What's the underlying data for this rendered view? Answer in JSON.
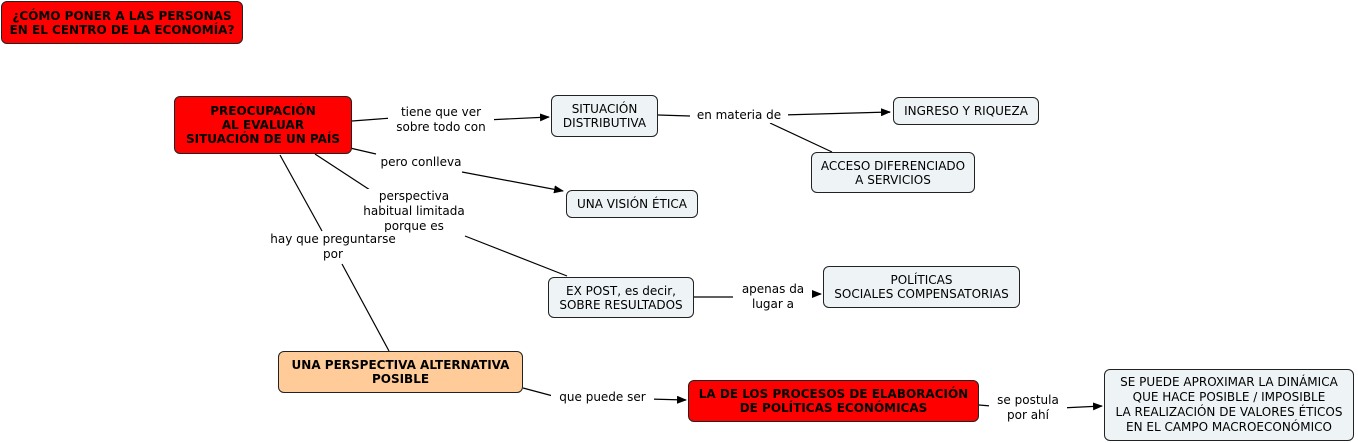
{
  "nodes": {
    "title": "¿CÓMO PONER A LAS PERSONAS\nEN EL CENTRO DE LA ECONOMÍA?",
    "preocupacion": "PREOCUPACIÓN\nAL EVALUAR\nSITUACIÓN DE UN PAÍS",
    "situacion": "SITUACIÓN\nDISTRIBUTIVA",
    "ingreso": "INGRESO Y RIQUEZA",
    "acceso": "ACCESO DIFERENCIADO\nA SERVICIOS",
    "vision": "UNA VISIÓN ÉTICA",
    "expost": "EX POST, es decir,\nSOBRE RESULTADOS",
    "politicas": "POLÍTICAS\nSOCIALES COMPENSATORIAS",
    "alternativa": "UNA PERSPECTIVA ALTERNATIVA\nPOSIBLE",
    "procesos": "LA DE LOS PROCESOS DE ELABORACIÓN\nDE POLÍTICAS ECONÓMICAS",
    "aproximar": "SE PUEDE APROXIMAR LA DINÁMICA\nQUE HACE POSIBLE / IMPOSIBLE\nLA REALIZACIÓN DE VALORES ÉTICOS\nEN EL CAMPO MACROECONÓMICO"
  },
  "links": {
    "tiene": "tiene que ver\nsobre todo con",
    "materia": "en materia de",
    "conlleva": "pero conlleva",
    "perspectiva": "perspectiva\nhabitual limitada\nporque es",
    "preguntarse": "hay que preguntarse\npor",
    "apenas": "apenas da\nlugar a",
    "puede": "que puede ser",
    "postula": "se postula\npor ahí"
  },
  "colors": {
    "red": "#ff0000",
    "peach": "#ffcc99",
    "plain": "#eef3f5",
    "line": "#000000"
  }
}
